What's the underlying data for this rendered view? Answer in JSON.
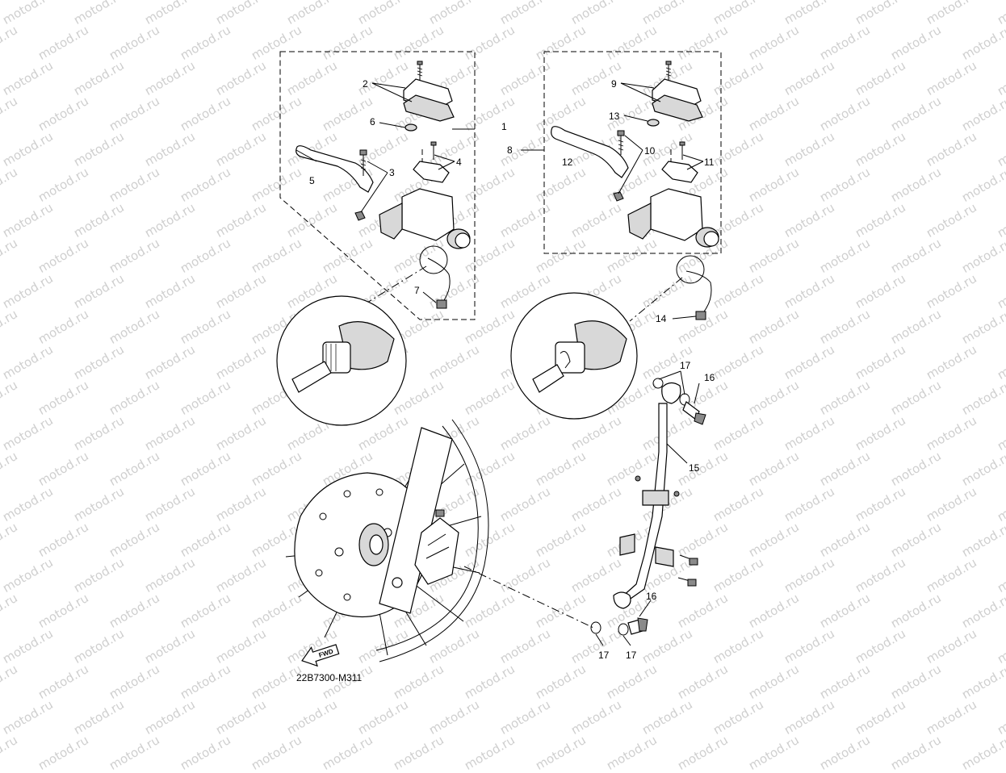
{
  "watermark": "motod.ru",
  "diagram_code": "22B7300-M311",
  "fwd_label": "FWD",
  "callouts": {
    "c1": "1",
    "c2": "2",
    "c3": "3",
    "c4": "4",
    "c5": "5",
    "c6": "6",
    "c7": "7",
    "c8": "8",
    "c9": "9",
    "c10": "10",
    "c11": "11",
    "c12": "12",
    "c13": "13",
    "c14": "14",
    "c15": "15",
    "c16a": "16",
    "c16b": "16",
    "c17a": "17",
    "c17b": "17",
    "c17c": "17"
  }
}
